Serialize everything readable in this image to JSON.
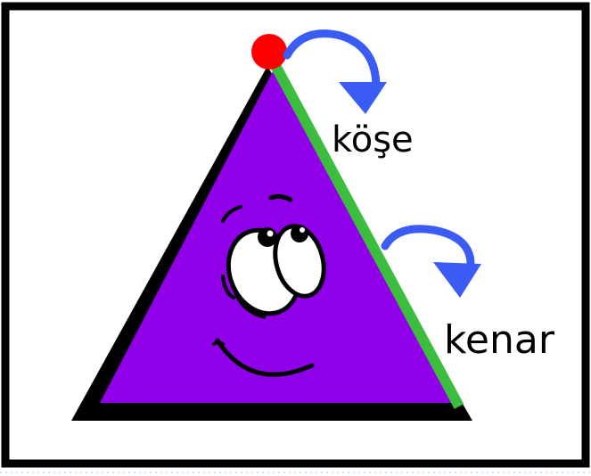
{
  "labels": {
    "vertex": "köşe",
    "edge": "kenar"
  },
  "colors": {
    "frame": "#000000",
    "background": "#ffffff",
    "grid_lines": "#9ec9f0",
    "triangle_fill": "#8f00e8",
    "triangle_shadow": "#000000",
    "edge_highlight": "#3dbd3d",
    "vertex_dot": "#ff0000",
    "arrows": "#3a5cf5",
    "text": "#000000"
  },
  "icons": {
    "vertex_marker": "red-dot",
    "arrows": "curved-arrow",
    "face": "cartoon-face"
  }
}
